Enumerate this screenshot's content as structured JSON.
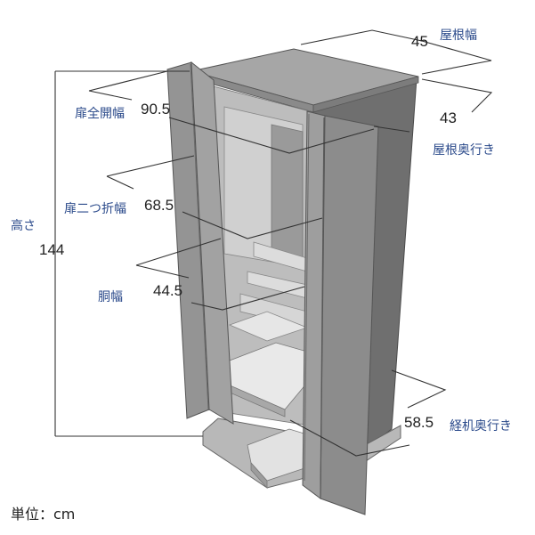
{
  "unit_label": "単位：cm",
  "colors": {
    "label": "#2b4a8b",
    "number": "#222222",
    "cabinet_front": "#8f8f8f",
    "cabinet_side": "#6e6e6e",
    "cabinet_top": "#a9a9a9",
    "interior": "#c7c7c7"
  },
  "dimensions": {
    "roof_width": {
      "label": "屋根幅",
      "value": "45"
    },
    "roof_depth": {
      "label": "屋根奥行き",
      "value": "43"
    },
    "door_full_open_width": {
      "label": "扉全開幅",
      "value": "90.5"
    },
    "door_bifold_width": {
      "label": "扉二つ折幅",
      "value": "68.5"
    },
    "height": {
      "label": "高さ",
      "value": "144"
    },
    "body_width": {
      "label": "胴幅",
      "value": "44.5"
    },
    "sutra_desk_depth": {
      "label": "経机奥行き",
      "value": "58.5"
    }
  }
}
